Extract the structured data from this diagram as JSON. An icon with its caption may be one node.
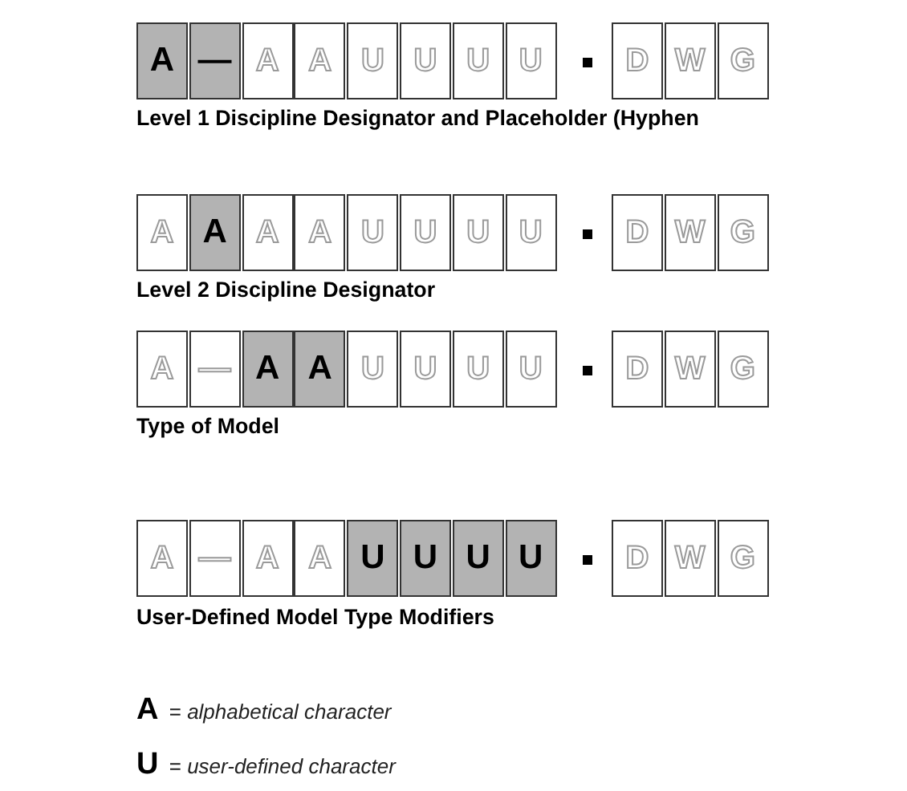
{
  "diagram": {
    "nodes": [
      {
        "text": [
          "A"
        ]
      },
      {
        "text": [
          "—"
        ]
      },
      {
        "text": [
          "A"
        ]
      },
      {
        "text": [
          "A"
        ]
      },
      {
        "text": [
          "U"
        ]
      },
      {
        "text": [
          "U"
        ]
      },
      {
        "text": [
          "U"
        ]
      },
      {
        "text": [
          "U"
        ]
      },
      {
        "text": [
          "D"
        ]
      },
      {
        "text": [
          "W"
        ]
      },
      {
        "text": [
          "G"
        ]
      },
      {
        "text": [
          "A"
        ]
      },
      {
        "text": [
          "A"
        ]
      },
      {
        "text": [
          "A"
        ]
      },
      {
        "text": [
          "A"
        ]
      },
      {
        "text": [
          "U"
        ]
      },
      {
        "text": [
          "U"
        ]
      },
      {
        "text": [
          "U"
        ]
      },
      {
        "text": [
          "U"
        ]
      },
      {
        "text": [
          "D"
        ]
      },
      {
        "text": [
          "W"
        ]
      },
      {
        "text": [
          "G"
        ]
      },
      {
        "text": [
          "A"
        ]
      },
      {
        "text": [
          "—"
        ]
      },
      {
        "text": [
          "A"
        ]
      },
      {
        "text": [
          "A"
        ]
      },
      {
        "text": [
          "U"
        ]
      },
      {
        "text": [
          "U"
        ]
      },
      {
        "text": [
          "U"
        ]
      },
      {
        "text": [
          "U"
        ]
      },
      {
        "text": [
          "D"
        ]
      },
      {
        "text": [
          "W"
        ]
      },
      {
        "text": [
          "G"
        ]
      },
      {
        "text": [
          "A"
        ]
      },
      {
        "text": [
          "—"
        ]
      },
      {
        "text": [
          "A"
        ]
      },
      {
        "text": [
          "A"
        ]
      },
      {
        "text": [
          "U"
        ]
      },
      {
        "text": [
          "U"
        ]
      },
      {
        "text": [
          "U"
        ]
      },
      {
        "text": [
          "U"
        ]
      },
      {
        "text": [
          "D"
        ]
      },
      {
        "text": [
          "W"
        ]
      },
      {
        "text": [
          "G"
        ]
      }
    ],
    "labels": [
      "Level 1 Discipline Designator and Placeholder (Hyphen",
      "Level 2 Discipline Designator",
      "Type of Model",
      "User-Defined Model Type Modifiers"
    ],
    "legend": [
      {
        "text": "**A** = *alphabetical character*"
      },
      {
        "text": "**U** = *user-defined character*"
      }
    ]
  }
}
